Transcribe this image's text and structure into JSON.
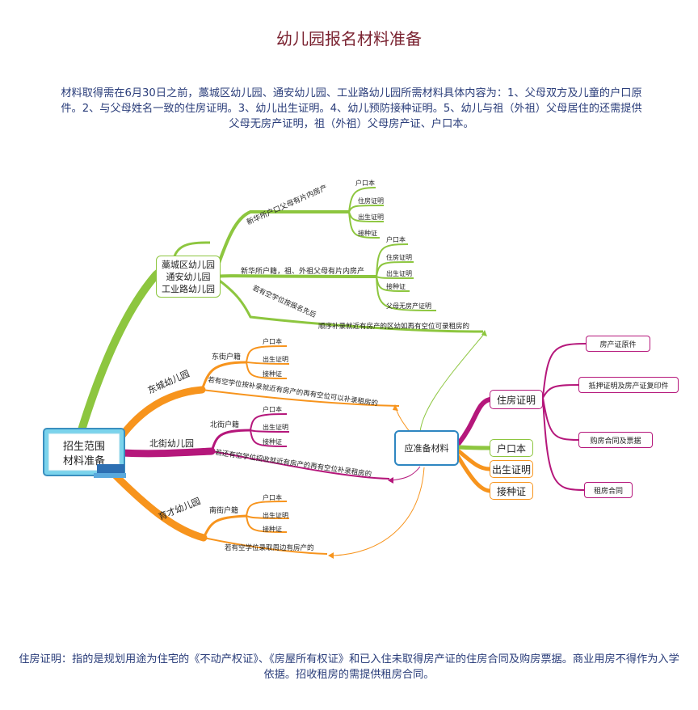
{
  "title": "幼儿园报名材料准备",
  "intro": "材料取得需在6月30日之前，藁城区幼儿园、通安幼儿园、工业路幼儿园所需材料具体内容为：1、父母双方及儿童的户口原件。2、与父母姓名一致的住房证明。3、幼儿出生证明。4、幼儿预防接种证明。5、幼儿与祖（外祖）父母居住的还需提供父母无房产证明，祖（外祖）父母房产证、户口本。",
  "footer": "住房证明：指的是规划用途为住宅的《不动产权证》、《房屋所有权证》和已入住未取得房产证的住房合同及购房票据。商业用房不得作为入学依据。招收租房的需提供租房合同。",
  "center": {
    "line1": "招生范围",
    "line2": "材料准备"
  },
  "green_branch": {
    "box_lines": [
      "藁城区幼儿园",
      "通安幼儿园",
      "工业路幼儿园"
    ],
    "sub1": {
      "label": "新华所户口父母有片内房产",
      "items": [
        "户口本",
        "住房证明",
        "出生证明",
        "接种证"
      ]
    },
    "sub2": {
      "label": "新华所户籍，祖、外祖父母有片内房产",
      "items": [
        "户口本",
        "住房证明",
        "出生证明",
        "接种证",
        "父母无房产证明"
      ]
    },
    "sub3": {
      "label": "若有空学位按报名先后顺序补录就近有房产的区幼如再有空位可录租房的"
    }
  },
  "east": {
    "label": "东城幼儿园",
    "sub": "东街户籍",
    "items": [
      "户口本",
      "出生证明",
      "接种证"
    ],
    "note": "若有空学位按补录就近有房产的再有空位可以补录租房的"
  },
  "north": {
    "label": "北街幼儿园",
    "sub": "北街户籍",
    "items": [
      "户口本",
      "出生证明",
      "接种证"
    ],
    "note": "若还有空学位招收就近有房产的再有空位补录租房的"
  },
  "yucai": {
    "label": "育才幼儿园",
    "sub": "南街户籍",
    "items": [
      "户口本",
      "出生证明",
      "接种证"
    ],
    "note": "若有空学位录取周边有房产的"
  },
  "materials": {
    "label": "应准备材料",
    "housing": {
      "label": "住房证明",
      "items": [
        "房产证原件",
        "抵押证明及房产证复印件",
        "购房合同及票据",
        "租房合同"
      ]
    },
    "hukou": "户口本",
    "birth": "出生证明",
    "vaccine": "接种证"
  },
  "colors": {
    "title": "#7a2230",
    "text": "#2a3d7a",
    "green": "#8dc63f",
    "orange": "#f7941d",
    "purple": "#b5177b",
    "blue": "#2e86c1"
  }
}
